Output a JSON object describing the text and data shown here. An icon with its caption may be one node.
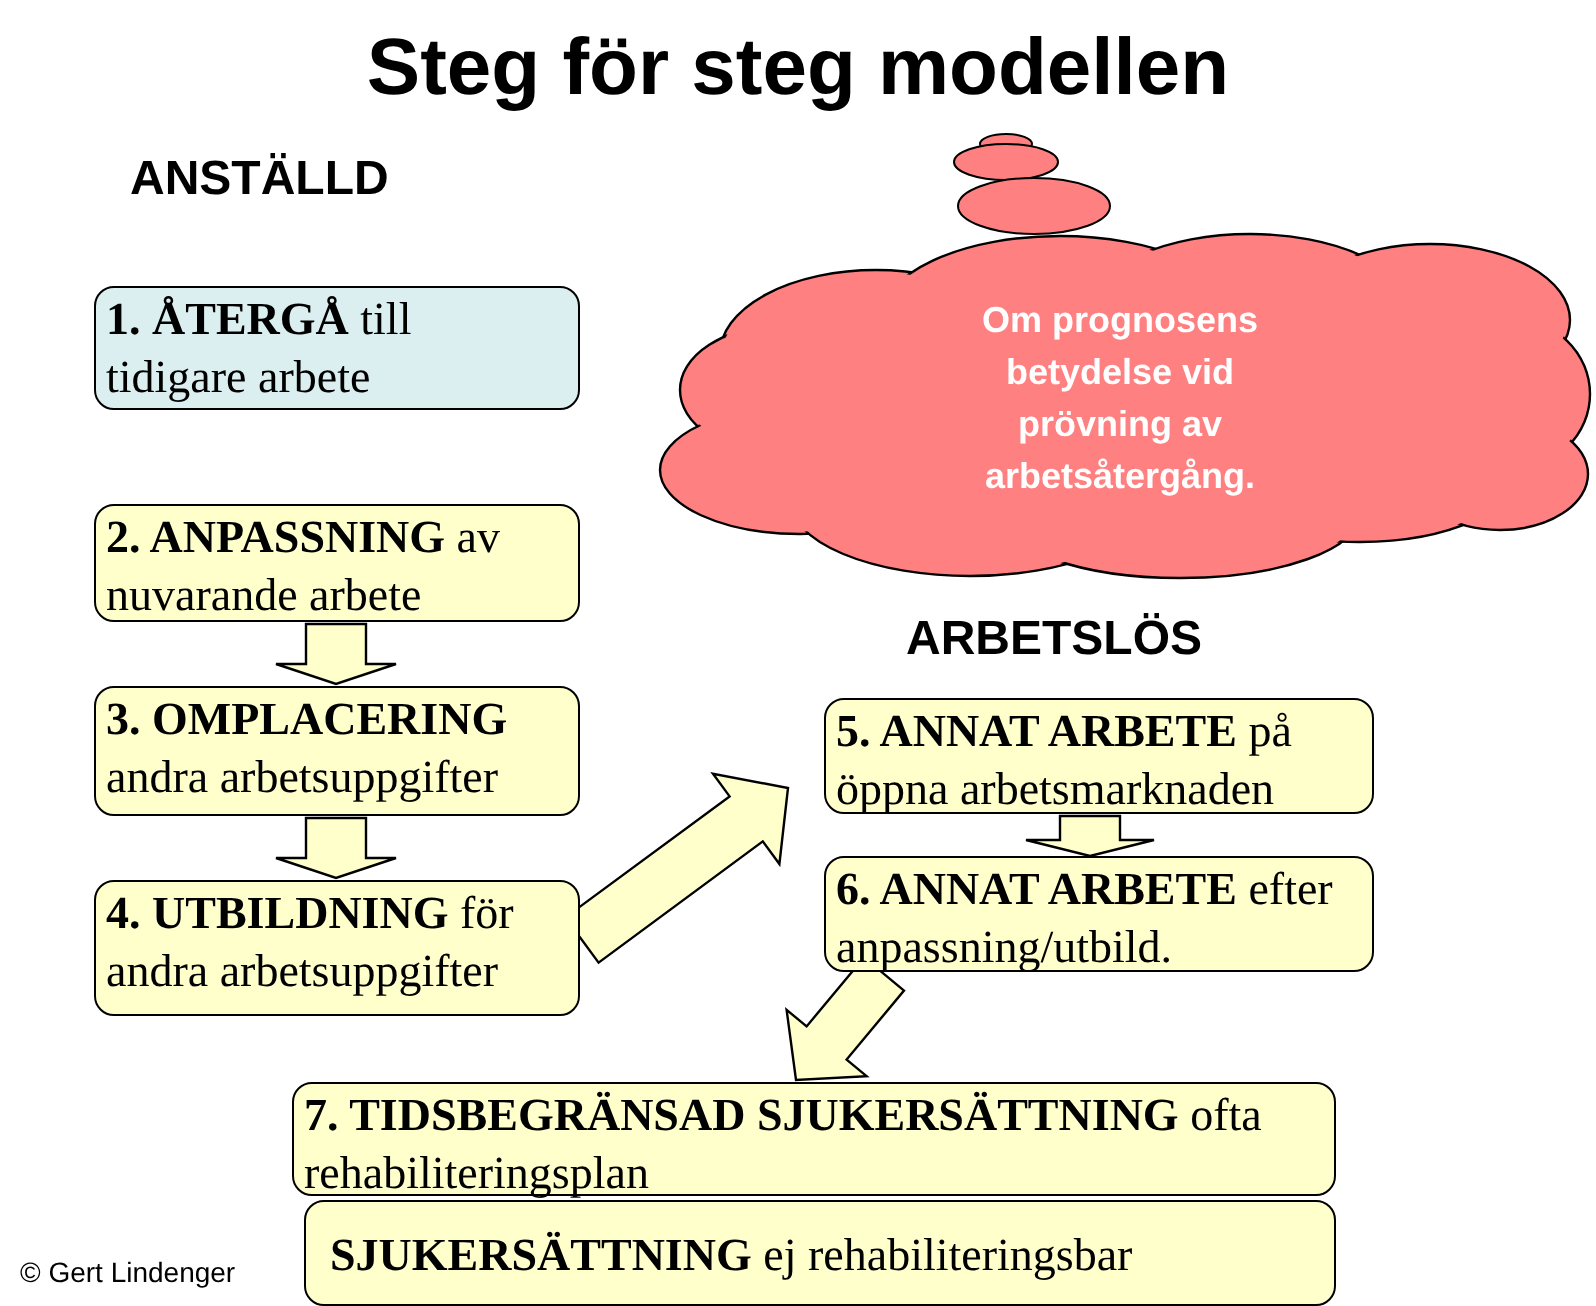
{
  "diagram": {
    "title": "Steg för steg modellen",
    "nodes": [
      {
        "text": [
          "**1. ÅTERGÅ** till tidigare arbete"
        ]
      },
      {
        "text": [
          "**2. ANPASSNING** av nuvarande arbete"
        ]
      },
      {
        "text": [
          "**3. OMPLACERING** andra arbetsuppgifter"
        ]
      },
      {
        "text": [
          "**4. UTBILDNING** för andra arbetsuppgifter"
        ]
      },
      {
        "text": [
          "Om prognosens betydelse vid prövning av arbetsåtergång."
        ]
      },
      {
        "text": [
          "**5. ANNAT ARBETE** på öppna arbetsmarknaden"
        ]
      },
      {
        "text": [
          "**6. ANNAT ARBETE** efter anpassning/utbild."
        ]
      },
      {
        "text": [
          "**7. TIDSBEGRÄNSAD SJUKERSÄTTNING** ofta rehabiliteringsplan"
        ]
      },
      {
        "text": [
          "**SJUKERSÄTTNING** ej rehabiliteringsbar"
        ]
      }
    ],
    "edges": [
      {
        "from": 1,
        "to": 2,
        "arrow": "to"
      },
      {
        "from": 2,
        "to": 3,
        "arrow": "to"
      },
      {
        "from": 3,
        "to": 5,
        "arrow": "to"
      },
      {
        "from": 5,
        "to": 6,
        "arrow": "to"
      },
      {
        "from": 6,
        "to": 7,
        "arrow": "to"
      }
    ],
    "labels": [
      "ANSTÄLLD",
      "ARBETSLÖS",
      "© Gert Lindenger"
    ]
  }
}
